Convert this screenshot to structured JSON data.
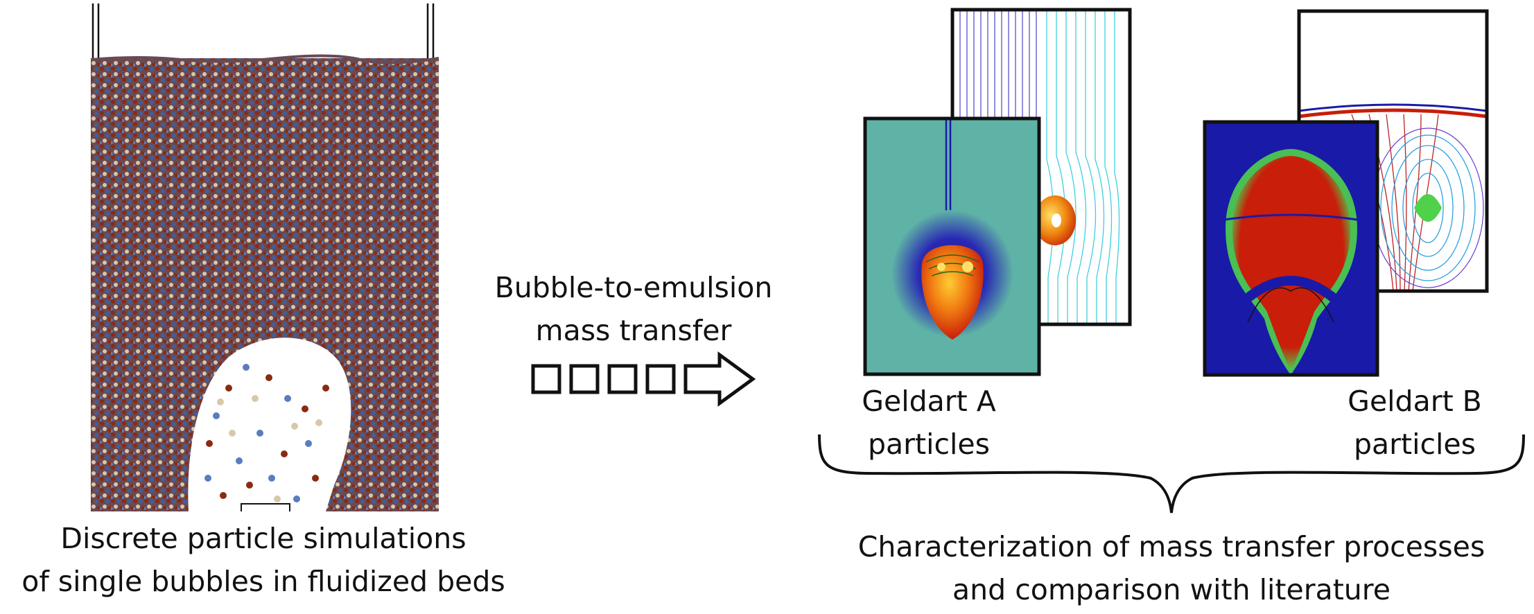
{
  "captions": {
    "left_line1": "Discrete particle simulations",
    "left_line2": "of single bubbles in fluidized beds",
    "arrow_line1": "Bubble-to-emulsion",
    "arrow_line2": "mass transfer",
    "geldart_a_line1": "Geldart A",
    "geldart_a_line2": "particles",
    "geldart_b_line1": "Geldart B",
    "geldart_b_line2": "particles",
    "bottom_line1": "Characterization of mass transfer processes",
    "bottom_line2": "and comparison with literature"
  },
  "colors": {
    "particle_red": "#8b2a12",
    "particle_blue": "#3f5f9e",
    "particle_cream": "#d8c8a8",
    "teal_background": "#5fb3a6",
    "deep_blue": "#1a1aa8",
    "plume_red": "#c81e0a",
    "outline": "#111111"
  },
  "icons": [
    "dashed-arrow-icon",
    "curly-brace-icon"
  ]
}
